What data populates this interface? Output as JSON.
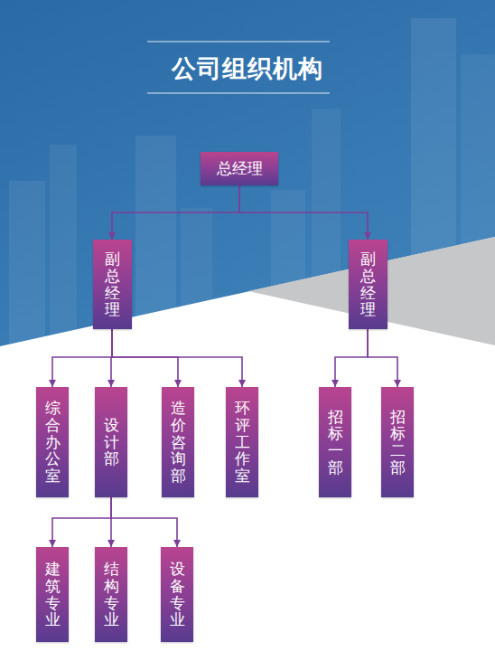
{
  "diagram": {
    "title": "公司组织机构",
    "nodes": [
      {
        "text": [
          "总经理"
        ]
      },
      {
        "text": [
          "副总经理"
        ]
      },
      {
        "text": [
          "副总经理"
        ]
      },
      {
        "text": [
          "综合办公室"
        ]
      },
      {
        "text": [
          "设计部"
        ]
      },
      {
        "text": [
          "造价咨询部"
        ]
      },
      {
        "text": [
          "环评工作室"
        ]
      },
      {
        "text": [
          "招标一部"
        ]
      },
      {
        "text": [
          "招标二部"
        ]
      },
      {
        "text": [
          "建筑专业"
        ]
      },
      {
        "text": [
          "结构专业"
        ]
      },
      {
        "text": [
          "设备专业"
        ]
      }
    ],
    "edges": [
      {
        "from": 0,
        "to": 1,
        "arrow": "to"
      },
      {
        "from": 0,
        "to": 2,
        "arrow": "to"
      },
      {
        "from": 1,
        "to": 3,
        "arrow": "to"
      },
      {
        "from": 1,
        "to": 4,
        "arrow": "to"
      },
      {
        "from": 1,
        "to": 5,
        "arrow": "to"
      },
      {
        "from": 1,
        "to": 6,
        "arrow": "to"
      },
      {
        "from": 2,
        "to": 7,
        "arrow": "to"
      },
      {
        "from": 2,
        "to": 8,
        "arrow": "to"
      },
      {
        "from": 4,
        "to": 9,
        "arrow": "to"
      },
      {
        "from": 4,
        "to": 10,
        "arrow": "to"
      },
      {
        "from": 4,
        "to": 11,
        "arrow": "to"
      }
    ]
  }
}
